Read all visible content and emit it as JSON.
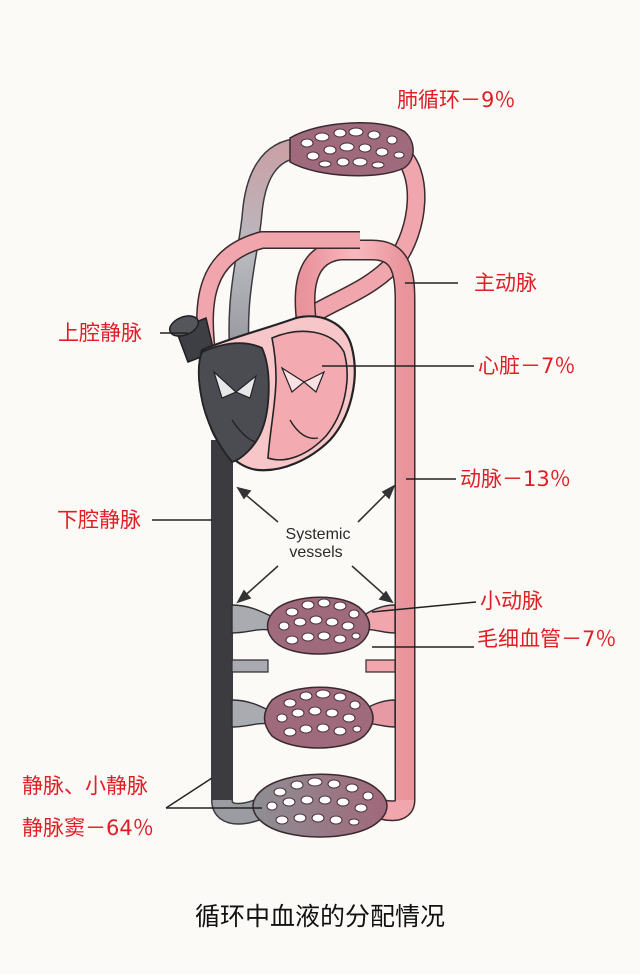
{
  "diagram": {
    "caption": "循环中血液的分配情况",
    "center_label": [
      "Systemic",
      "vessels"
    ],
    "labels": {
      "pulmonary": "肺循环－9％",
      "aorta": "主动脉",
      "svc": "上腔静脉",
      "heart": "心脏－7％",
      "arteries": "动脉－13％",
      "ivc": "下腔静脉",
      "arterioles": "小动脉",
      "capillaries": "毛细血管－7％",
      "veins": "静脉、小静脉",
      "sinuses": "静脉窦－64％"
    },
    "colors": {
      "label_red": "#e01e26",
      "artery_pink": "#f0a6ac",
      "vein_gray": "#8c8e93",
      "dark_gray": "#4a4b50",
      "capillary": "#9e6a7c"
    }
  }
}
